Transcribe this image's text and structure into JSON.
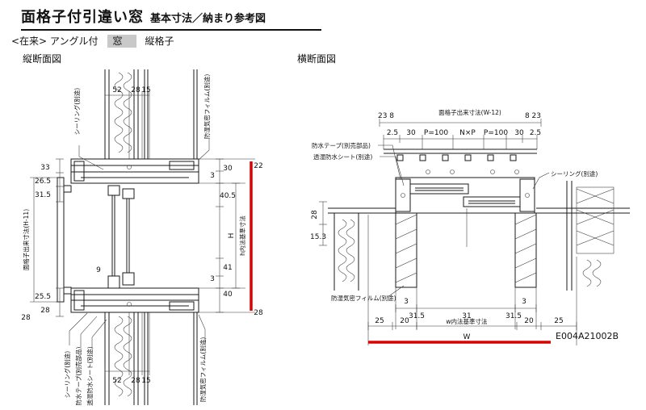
{
  "header": {
    "title": "面格子付引違い窓",
    "subtitle": "基本寸法／納まり参考図",
    "spec_prefix": "<在来> アングル付",
    "spec_highlight": "窓",
    "spec_suffix": "縦格子"
  },
  "sections": {
    "left_label": "縦断面図",
    "right_label": "横断面図"
  },
  "left": {
    "annotations": {
      "sealing": "シーリング(別途)",
      "film": "防湿気密フィルム(別途)",
      "tape": "防水テープ(別売部品)",
      "sheet": "透湿防水シート(別途)",
      "lattice_height": "面格子出来寸法(H-11)",
      "h_axis": "h内法基準寸法",
      "h": "H"
    },
    "dims": {
      "d52": "52",
      "d28": "28",
      "d15": "15",
      "d33": "33",
      "d26_5": "26.5",
      "d31_5": "31.5",
      "d25_5": "25.5",
      "d30": "30",
      "d3": "3",
      "d40_5": "40.5",
      "d41": "41",
      "d40": "40",
      "d9": "9",
      "d22": "22"
    }
  },
  "right": {
    "annotations": {
      "lattice_width": "面格子出来寸法(W-12)",
      "tape": "防水テープ(別売部品)",
      "sheet": "透湿防水シート(別途)",
      "sealing": "シーリング(別途)",
      "film": "防湿気密フィルム(別途)",
      "w_axis": "w内法基準寸法",
      "w": "W"
    },
    "dims": {
      "d23_8": "23 8",
      "d8_23": "8 23",
      "d2_5": "2.5",
      "d30": "30",
      "p_pitch": "P=100",
      "nxp": "N×P",
      "d28": "28",
      "d15_3": "15.3",
      "d3": "3",
      "d31_5": "31.5",
      "d31": "31",
      "d25": "25",
      "d20": "20"
    }
  },
  "drawing_code": "E004A21002B",
  "colors": {
    "accent_red": "#dd0000",
    "highlight_gray": "#c9c9c9",
    "line": "#1a1a1a"
  }
}
